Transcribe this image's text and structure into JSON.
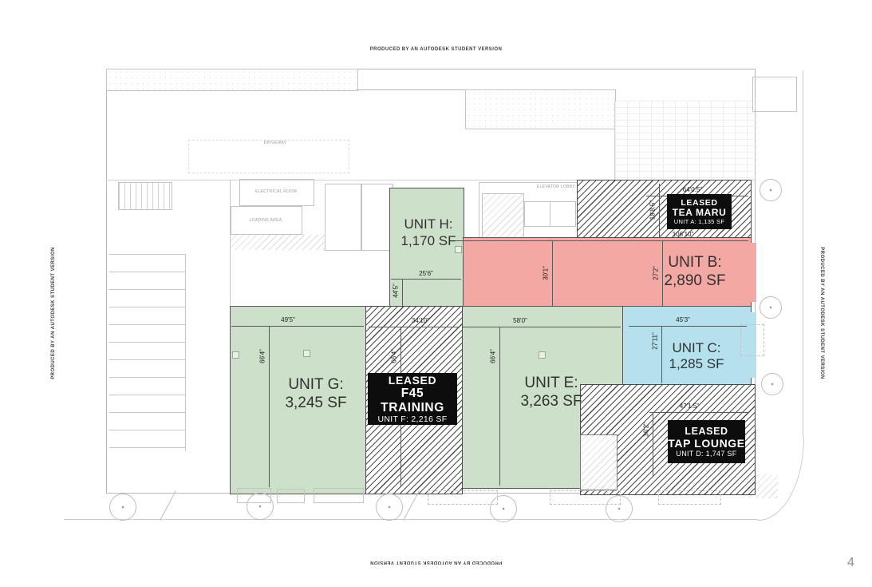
{
  "page": {
    "number": "4",
    "watermark": "PRODUCED BY AN AUTODESK STUDENT VERSION"
  },
  "colors": {
    "available_green": "#cde0c9",
    "unit_b_pink": "#f4a8a3",
    "unit_c_blue": "#b5e0ee",
    "leased_box_black": "#0d0d0d",
    "linework_gray": "#b9b9b9"
  },
  "units": {
    "h": {
      "name": "UNIT H:",
      "area": "1,170 SF"
    },
    "b": {
      "name": "UNIT B:",
      "area": "2,890 SF"
    },
    "g": {
      "name": "UNIT G:",
      "area": "3,245 SF"
    },
    "e": {
      "name": "UNIT E:",
      "area": "3,263 SF"
    },
    "c": {
      "name": "UNIT C:",
      "area": "1,285 SF"
    }
  },
  "leased": {
    "a": {
      "status": "LEASED",
      "tenant": "TEA MARU",
      "detail": "UNIT A: 1,135 SF"
    },
    "f": {
      "status": "LEASED",
      "tenant": "F45 TRAINING",
      "detail": "UNIT F: 2,216 SF"
    },
    "d": {
      "status": "LEASED",
      "tenant": "TAP LOUNGE",
      "detail": "UNIT D: 1,747 SF"
    }
  },
  "dimensions": {
    "unit_a_width": "64'0.5\"",
    "unit_a_depth": "18'8.5\"",
    "unit_b_width": "106'10\"",
    "unit_b_depth_left": "30'1\"",
    "unit_b_depth_right": "27'2\"",
    "unit_h_width": "25'6\"",
    "unit_h_depth": "44'5\"",
    "unit_g_width": "49'5\"",
    "unit_g_depth": "66'4\"",
    "unit_f_width": "34'10\"",
    "unit_f_depth": "66'4\"",
    "unit_e_width": "58'0\"",
    "unit_e_depth": "66'4\"",
    "unit_c_width": "45'3\"",
    "unit_c_depth": "27'11\"",
    "unit_d_width": "47'1.5\"",
    "unit_d_depth": "36'2\""
  },
  "rooms": {
    "driveway": "DRIVEWAY",
    "electrical": "ELECTRICAL ROOM",
    "loading": "LOADING AREA",
    "elevator_lobby": "ELEVATOR LOBBY"
  }
}
